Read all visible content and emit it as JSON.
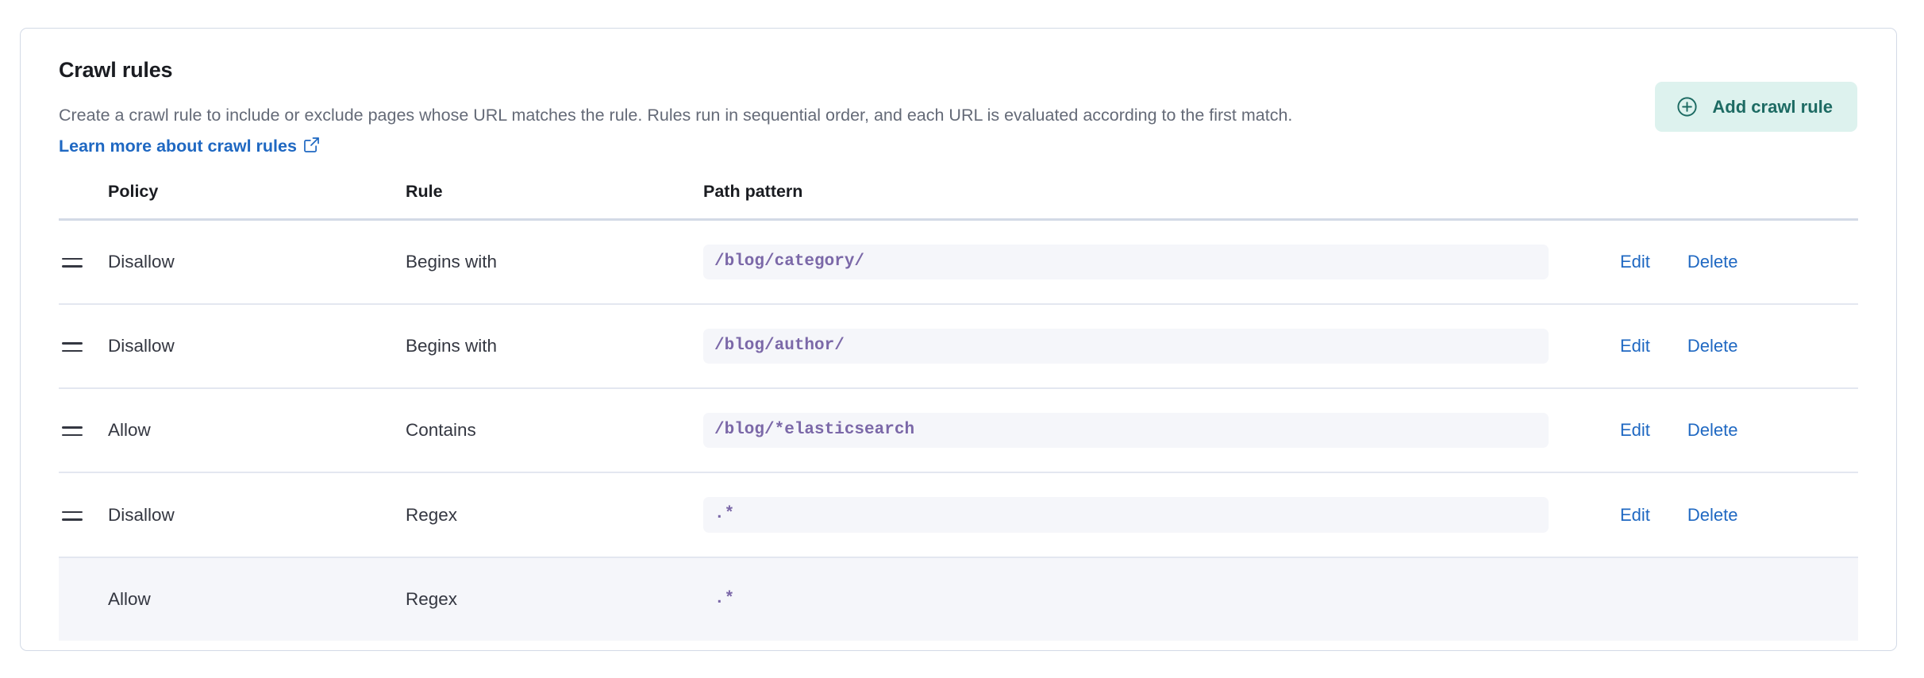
{
  "card": {
    "title": "Crawl rules",
    "description_prefix": "Create a crawl rule to include or exclude pages whose URL matches the rule. Rules run in sequential order, and each URL is evaluated according to the first match. ",
    "learn_more_label": "Learn more about crawl rules",
    "external_link_icon": "external-link-icon",
    "add_button": {
      "label": "Add crawl rule",
      "icon": "plus-in-circle-icon",
      "background": "#ddf2ee",
      "text_color": "#1d6b63"
    }
  },
  "table": {
    "columns": [
      "Policy",
      "Rule",
      "Path pattern"
    ],
    "row_actions": {
      "edit": "Edit",
      "delete": "Delete"
    },
    "drag_handle_icon": "drag-handle-icon",
    "rows": [
      {
        "policy": "Disallow",
        "rule": "Begins with",
        "pattern": "/blog/category/",
        "draggable": true,
        "has_actions": true,
        "highlighted": false
      },
      {
        "policy": "Disallow",
        "rule": "Begins with",
        "pattern": "/blog/author/",
        "draggable": true,
        "has_actions": true,
        "highlighted": false
      },
      {
        "policy": "Allow",
        "rule": "Contains",
        "pattern": "/blog/*elasticsearch",
        "draggable": true,
        "has_actions": true,
        "highlighted": false
      },
      {
        "policy": "Disallow",
        "rule": "Regex",
        "pattern": ".*",
        "draggable": true,
        "has_actions": true,
        "highlighted": false
      },
      {
        "policy": "Allow",
        "rule": "Regex",
        "pattern": ".*",
        "draggable": false,
        "has_actions": false,
        "highlighted": true
      }
    ]
  },
  "colors": {
    "link": "#1f68c2",
    "code_text": "#7b68a8",
    "code_bg": "#f5f6fa",
    "border": "#d3dae6",
    "row_highlight": "#f5f6fa"
  }
}
